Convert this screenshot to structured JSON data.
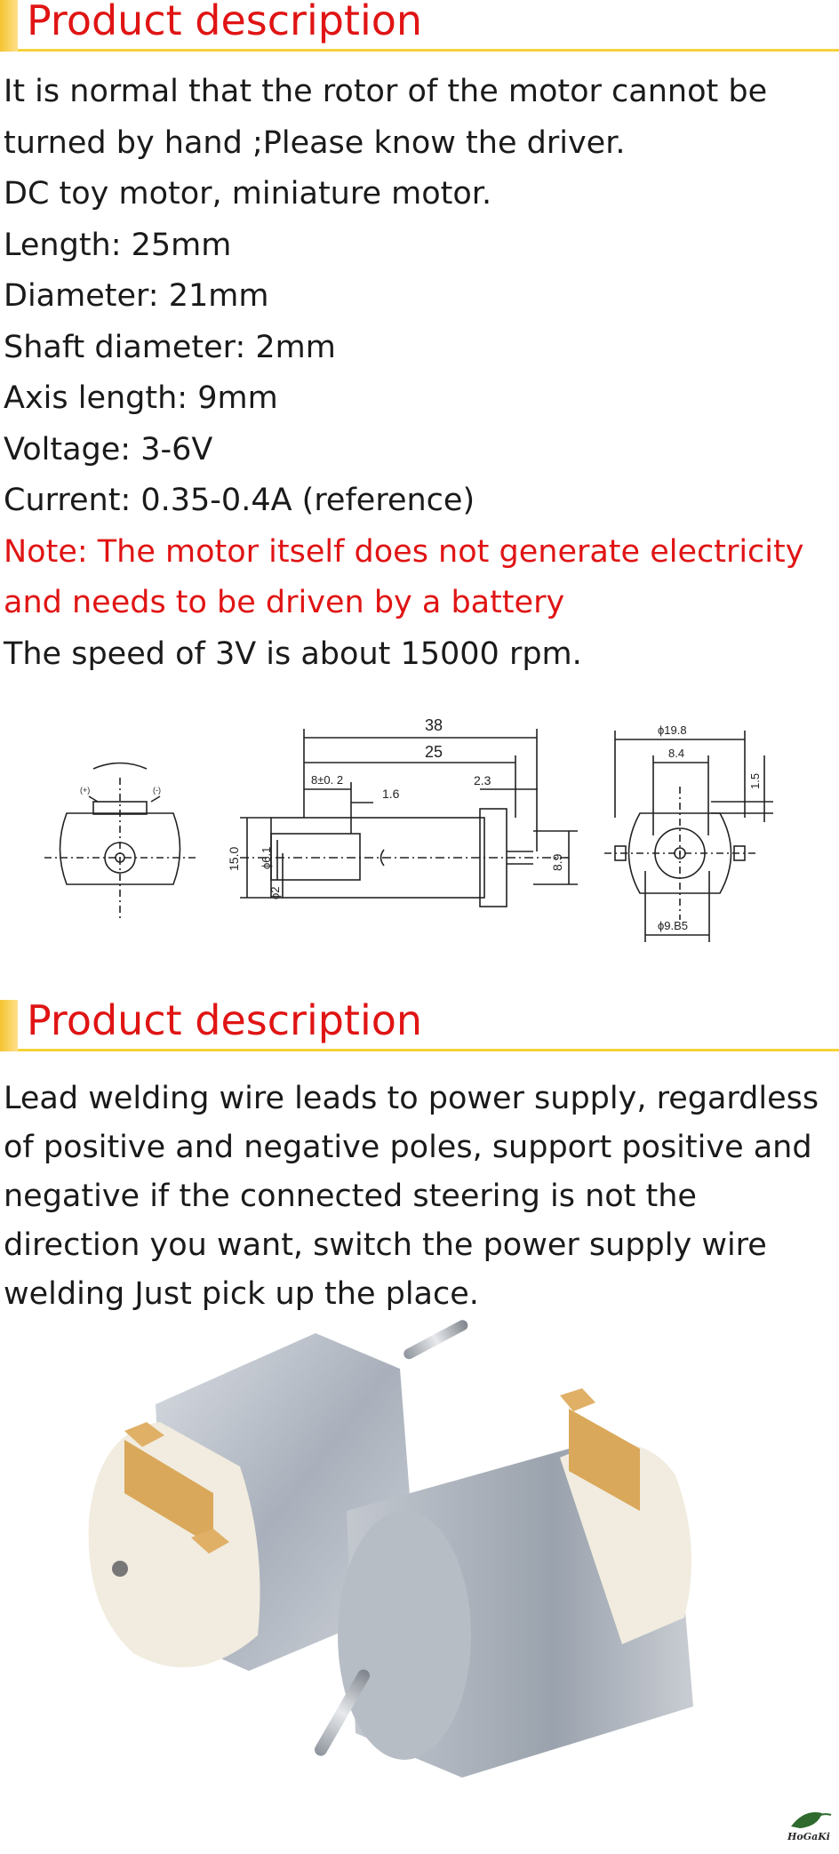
{
  "section1": {
    "title": "Product description",
    "lines": [
      {
        "text": "It is normal that the rotor of the motor cannot be"
      },
      {
        "text": "turned by hand ;Please know the driver."
      },
      {
        "text": "DC toy motor, miniature motor."
      },
      {
        "text": "Length:  25mm"
      },
      {
        "text": "Diameter:  21mm"
      },
      {
        "text": "Shaft diameter:  2mm"
      },
      {
        "text": "Axis length:  9mm"
      },
      {
        "text": "Voltage:  3-6V"
      },
      {
        "text": "Current:  0.35-0.4A (reference)"
      },
      {
        "text": "Note:  The motor itself does not generate electricity"
      },
      {
        "text": "and needs to be driven by a battery"
      },
      {
        "text": "The speed of 3V is about 15000 rpm."
      }
    ],
    "note_color": "#e01414"
  },
  "diagram": {
    "front_left": {
      "plus": "(+)",
      "minus": "(-)"
    },
    "side": {
      "dim_total": "38",
      "dim_body": "25",
      "dim_8": "8±0. 2",
      "dim_1_6": "1.6",
      "dim_2_3": "2.3",
      "dim_15": "15.0",
      "dim_6_1": "ϕ6.1",
      "dim_2": "ϕ2",
      "dim_8_9": "8.9"
    },
    "front_right": {
      "dim_19_8": "ϕ19.8",
      "dim_8_4": "8.4",
      "dim_1_5": "1.5",
      "dim_9_85": "ϕ9.B5"
    }
  },
  "section2": {
    "title": "Product description",
    "paragraph": "Lead welding wire leads to power supply, regardless of positive and negative poles, support positive and negative if the connected steering is not the direction you want, switch the power supply wire welding Just pick up the place."
  },
  "logo": {
    "text": "HoGaKi"
  }
}
